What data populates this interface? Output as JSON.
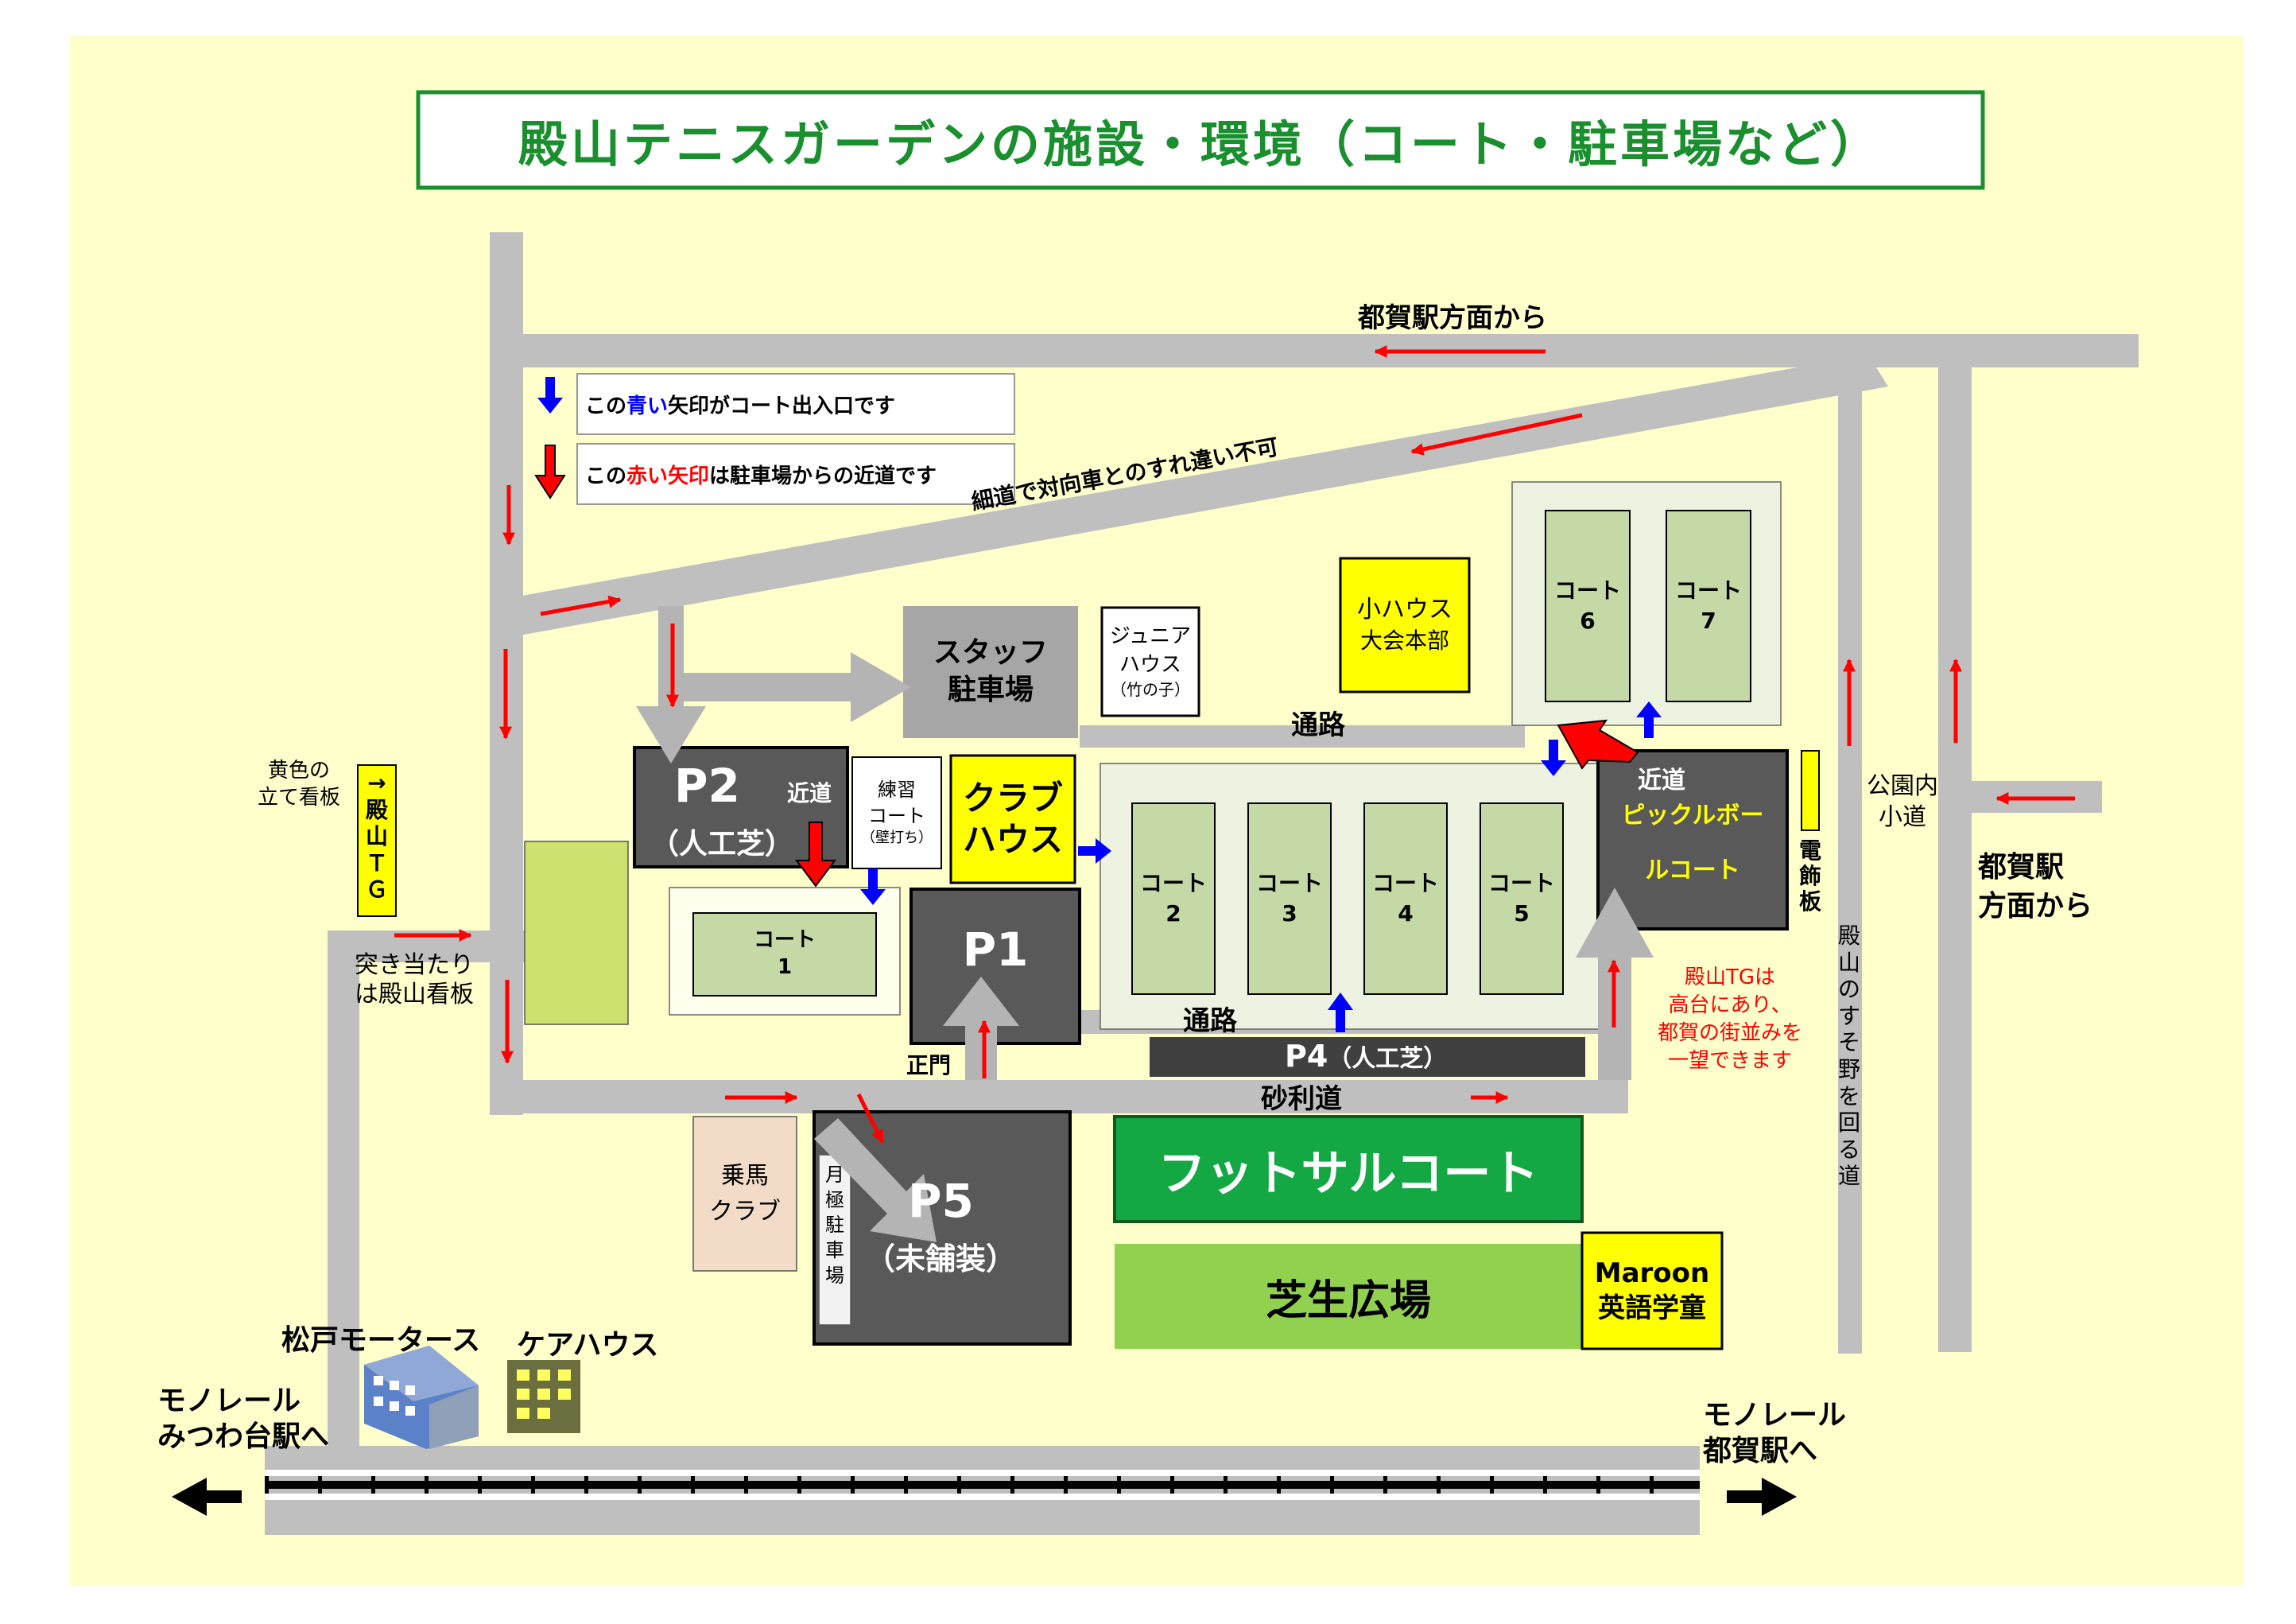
{
  "title": "殿山テニスガーデンの施設・環境（コート・駐車場など）",
  "colors": {
    "background": "#ffffcc",
    "road": "#bfbfbf",
    "court_green": "#c5d9a6",
    "court_area": "#eef2e0",
    "parking": "#595959",
    "yellow_building": "#ffff00",
    "futsal": "#14a844",
    "lawn": "#92d050",
    "title_border": "#1a8f2e",
    "red_arrow": "#ff0000",
    "blue_arrow": "#0000ff"
  },
  "legend": {
    "blue": {
      "pre": "この",
      "color_word": "青い",
      "post": "矢印がコート出入口です"
    },
    "red": {
      "pre": "この",
      "color_word": "赤い矢印",
      "post": "は駐車場からの近道です"
    }
  },
  "labels": {
    "from_tsuga_top": "都賀駅方面から",
    "narrow_road": "細道で対向車とのすれ違い不可",
    "staff_parking": [
      "スタッフ",
      "駐車場"
    ],
    "junior_house": [
      "ジュニア",
      "ハウス",
      "（竹の子）"
    ],
    "small_house": [
      "小ハウス",
      "大会本部"
    ],
    "court6": [
      "コート",
      "6"
    ],
    "court7": [
      "コート",
      "7"
    ],
    "passage_top": "通路",
    "passage_bottom": "通路",
    "p2": "P2",
    "p2_sub": "（人工芝）",
    "shortcut_p2": "近道",
    "practice": [
      "練習",
      "コート",
      "（壁打ち）"
    ],
    "clubhouse": [
      "クラブ",
      "ハウス"
    ],
    "court1": [
      "コート",
      "1"
    ],
    "p1": "P1",
    "court2": [
      "コート",
      "2"
    ],
    "court3": [
      "コート",
      "3"
    ],
    "court4": [
      "コート",
      "4"
    ],
    "court5": [
      "コート",
      "5"
    ],
    "shortcut_pickle": "近道",
    "pickleball": [
      "ピックルボー",
      "ルコート"
    ],
    "sign_board": "電飾板",
    "park_path": [
      "公園内",
      "小道"
    ],
    "from_tsuga_right": [
      "都賀駅",
      "方面から"
    ],
    "yellow_sign": [
      "黄色の",
      "立て看板"
    ],
    "tonoyama_sign": "→殿山ＴＧ",
    "dead_end": [
      "突き当たり",
      "は殿山看板"
    ],
    "main_gate": "正門",
    "p4": "P4",
    "p4_sub": "（人工芝）",
    "gravel_road": "砂利道",
    "view_note": [
      "殿山TGは",
      "高台にあり、",
      "都賀の街並みを",
      "一望できます"
    ],
    "susuno_road": "殿山のすそ野を回る道",
    "riding_club": [
      "乗馬",
      "クラブ"
    ],
    "monthly_parking": "月極駐車場",
    "p5": "P5",
    "p5_sub": "（未舗装）",
    "futsal": "フットサルコート",
    "lawn": "芝生広場",
    "maroon": [
      "Maroon",
      "英語学童"
    ],
    "matsudo_motors": "松戸モータース",
    "care_house": "ケアハウス",
    "monorail_left": [
      "モノレール",
      "みつわ台駅へ"
    ],
    "monorail_right": [
      "モノレール",
      "都賀駅へ"
    ]
  }
}
